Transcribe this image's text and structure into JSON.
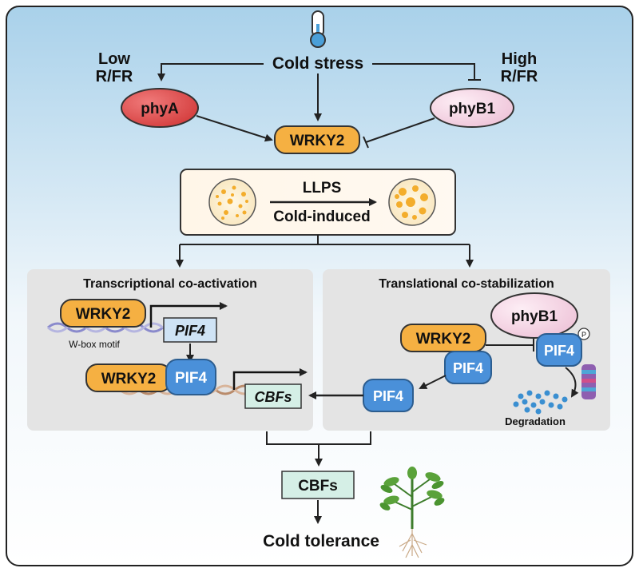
{
  "top": {
    "low_rfr": [
      "Low",
      "R/FR"
    ],
    "high_rfr": [
      "High",
      "R/FR"
    ],
    "cold_stress": "Cold stress",
    "phyA": "phyA",
    "phyB1": "phyB1",
    "wrky2": "WRKY2"
  },
  "llps": {
    "title": "LLPS",
    "subtitle": "Cold-induced"
  },
  "left_panel": {
    "title": "Transcriptional co-activation",
    "wrky2_top": "WRKY2",
    "pif4_gene": "PIF4",
    "wbox_label": "W-box motif",
    "wrky2_bottom": "WRKY2",
    "pif4_protein": "PIF4",
    "cbfs_gene": "CBFs"
  },
  "right_panel": {
    "title": "Translational co-stabilization",
    "phyB1": "phyB1",
    "phospho": "P",
    "wrky2": "WRKY2",
    "pif4_phos": "PIF4",
    "pif4_bound": "PIF4",
    "pif4_free": "PIF4",
    "degradation": "Degradation"
  },
  "bottom": {
    "cbfs": "CBFs",
    "cold_tolerance": "Cold tolerance"
  },
  "colors": {
    "orange": "#f5b042",
    "blue": "#4a90d9",
    "light_blue_gene": "#cfe3f5",
    "phyA_red": "#e04848",
    "phyB_pink": "#f6d7e6",
    "panel_gray": "#e4e4e4",
    "droplet": "#f3ad2c"
  }
}
